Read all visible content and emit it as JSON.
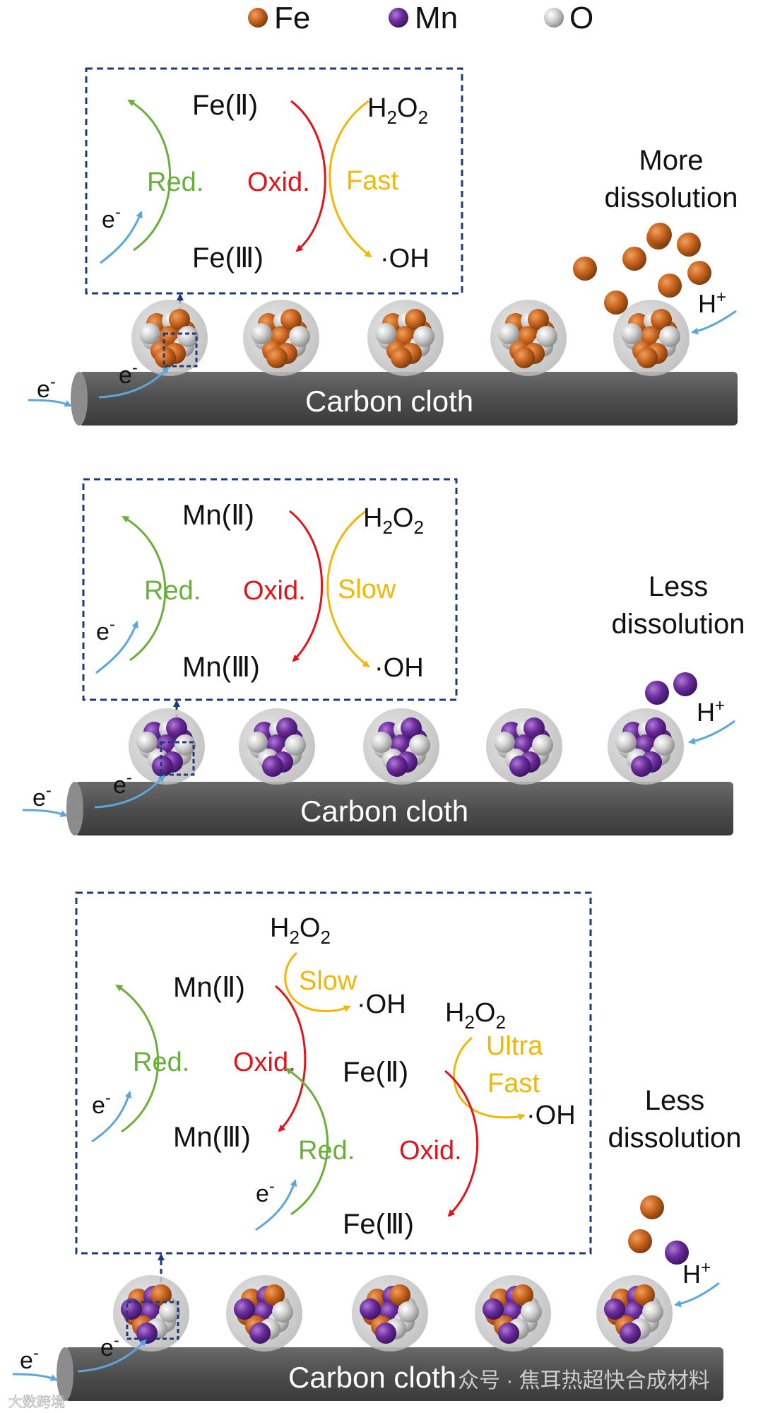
{
  "legend": [
    {
      "label": "Fe",
      "color": "#c8641e"
    },
    {
      "label": "Mn",
      "color": "#6a2c9a"
    },
    {
      "label": "O",
      "color": "#c9c9c9"
    }
  ],
  "colors": {
    "red_label": "#e2141a",
    "green_label": "#6aaf3c",
    "yellow_label": "#f2b705",
    "electron_arrow": "#5ba6db",
    "dashed_box": "#1e3a78",
    "cloth": "#5a5a5a"
  },
  "panel1": {
    "top_species": "Fe(Ⅱ)",
    "bottom_species": "Fe(Ⅲ)",
    "red_label": "Red.",
    "ox_label": "Oxid.",
    "rate_label": "Fast",
    "oxidant_main": "H",
    "oxidant_sub1": "2",
    "oxidant_mid": "O",
    "oxidant_sub2": "2",
    "product": "·OH",
    "electron": "e",
    "electron_sup": "-",
    "proton": "H",
    "proton_sup": "+",
    "dissolution_line1": "More",
    "dissolution_line2": "dissolution",
    "support": "Carbon cloth"
  },
  "panel2": {
    "top_species": "Mn(Ⅱ)",
    "bottom_species": "Mn(Ⅲ)",
    "red_label": "Red.",
    "ox_label": "Oxid.",
    "rate_label": "Slow",
    "oxidant_main": "H",
    "oxidant_sub1": "2",
    "oxidant_mid": "O",
    "oxidant_sub2": "2",
    "product": "·OH",
    "electron": "e",
    "electron_sup": "-",
    "proton": "H",
    "proton_sup": "+",
    "dissolution_line1": "Less",
    "dissolution_line2": "dissolution",
    "support": "Carbon cloth"
  },
  "panel3": {
    "mn_top": "Mn(Ⅱ)",
    "mn_bottom": "Mn(Ⅲ)",
    "fe_top": "Fe(Ⅱ)",
    "fe_bottom": "Fe(Ⅲ)",
    "red_label_mn": "Red.",
    "ox_label_mn": "Oxid.",
    "red_label_fe": "Red.",
    "ox_label_fe": "Oxid.",
    "rate_mn": "Slow",
    "rate_fe_line1": "Ultra",
    "rate_fe_line2": "Fast",
    "oxidant_main": "H",
    "oxidant_sub1": "2",
    "oxidant_mid": "O",
    "oxidant_sub2": "2",
    "product": "·OH",
    "electron": "e",
    "electron_sup": "-",
    "proton": "H",
    "proton_sup": "+",
    "dissolution_line1": "Less",
    "dissolution_line2": "dissolution",
    "support": "Carbon cloth"
  },
  "watermark_left": "大数跨境",
  "watermark_right": "众号 · 焦耳热超快合成材料"
}
